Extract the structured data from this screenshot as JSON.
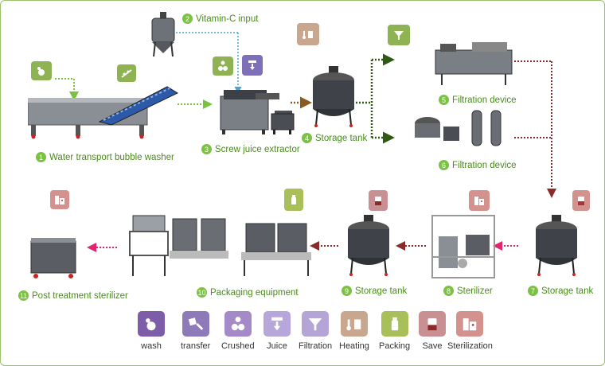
{
  "steps": {
    "s1": {
      "num": "1",
      "label": "Water transport bubble washer"
    },
    "s2": {
      "num": "2",
      "label": "Vitamin-C input"
    },
    "s3": {
      "num": "3",
      "label": "Screw juice extractor"
    },
    "s4": {
      "num": "4",
      "label": "Storage tank"
    },
    "s5": {
      "num": "5",
      "label": "Filtration device"
    },
    "s6": {
      "num": "6",
      "label": "Filtration device"
    },
    "s7": {
      "num": "7",
      "label": "Storage tank"
    },
    "s8": {
      "num": "8",
      "label": "Sterilizer"
    },
    "s9": {
      "num": "9",
      "label": "Storage tank"
    },
    "s10": {
      "num": "10",
      "label": "Packaging equipment"
    },
    "s11": {
      "num": "11",
      "label": "Post treatment sterilizer"
    }
  },
  "legend": [
    {
      "label": "wash",
      "icon": "wash-icon",
      "color": "#7d5da8"
    },
    {
      "label": "transfer",
      "icon": "transfer-icon",
      "color": "#8e7ab8"
    },
    {
      "label": "Crushed",
      "icon": "crushed-icon",
      "color": "#a48ac8"
    },
    {
      "label": "Juice",
      "icon": "juice-icon",
      "color": "#b7a6d9"
    },
    {
      "label": "Filtration",
      "icon": "filtration-icon",
      "color": "#b4a5d6"
    },
    {
      "label": "Heating",
      "icon": "heating-icon",
      "color": "#c9a78f"
    },
    {
      "label": "Packing",
      "icon": "packing-icon",
      "color": "#a9bf5a"
    },
    {
      "label": "Save",
      "icon": "save-icon",
      "color": "#c99093"
    },
    {
      "label": "Sterilization",
      "icon": "sterilization-icon",
      "color": "#d4928f"
    }
  ],
  "colors": {
    "label_green": "#4b8b1e",
    "arrow_green": "#7bc142",
    "arrow_blue": "#4aa3d8",
    "arrow_dark_green": "#2f5a12",
    "arrow_brown": "#8b5a1e",
    "arrow_maroon": "#8a2b2b",
    "arrow_pink": "#e0266f"
  }
}
